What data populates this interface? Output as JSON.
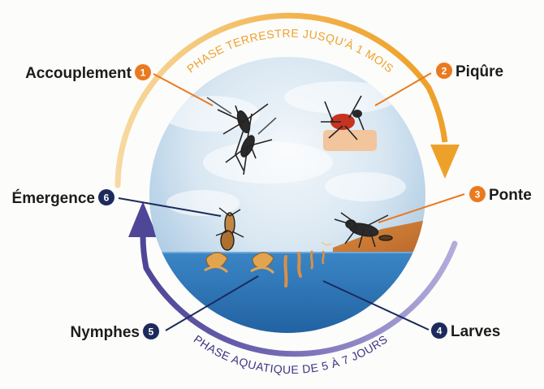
{
  "title_top": "PHASE TERRESTRE JUSQU'À 1 MOIS",
  "title_bottom": "PHASE AQUATIQUE DE 5 À 7 JOURS",
  "colors": {
    "terrestrial": "#f0a630",
    "terrestrial_light": "#f6cf86",
    "aquatic": "#5a50a0",
    "aquatic_light": "#9c96cc",
    "water": "#2f78b8",
    "sky": "#d6e6f2",
    "orange_badge": "#ea7a1f",
    "navy_badge": "#1c2a5c"
  },
  "stages": [
    {
      "num": "1",
      "label": "Accouplement",
      "color": "orange"
    },
    {
      "num": "2",
      "label": "Piqûre",
      "color": "orange"
    },
    {
      "num": "3",
      "label": "Ponte",
      "color": "orange"
    },
    {
      "num": "4",
      "label": "Larves",
      "color": "navy"
    },
    {
      "num": "5",
      "label": "Nymphes",
      "color": "navy"
    },
    {
      "num": "6",
      "label": "Émergence",
      "color": "navy"
    }
  ]
}
